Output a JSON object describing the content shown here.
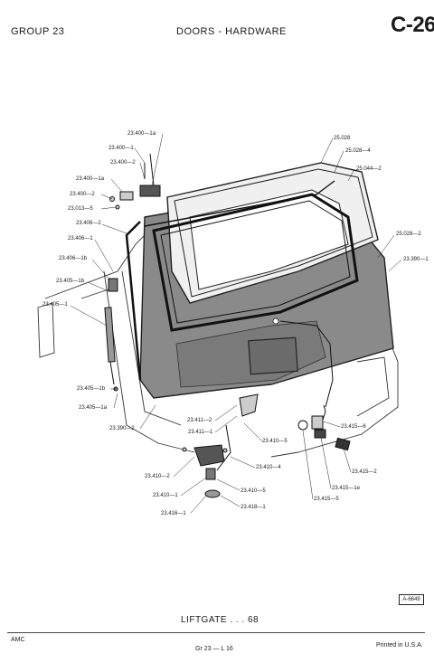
{
  "header": {
    "group": "GROUP 23",
    "section": "DOORS - HARDWARE",
    "page_number": "C-26"
  },
  "callouts": [
    "23.400—1a",
    "23.400—1",
    "23.400—2",
    "23.400—1a",
    "23.400—2",
    "23.013—5",
    "23.406—2",
    "23.406—1",
    "23.406—1b",
    "23.405—1b",
    "23.405—1",
    "23.405—1b",
    "23.405—1a",
    "23.390—2",
    "25.028",
    "25.028—4",
    "25.044—2",
    "25.028—2",
    "23.390—1",
    "23.411—2",
    "23.411—1",
    "23.410—5",
    "23.410—4",
    "23.410—2",
    "23.410—1",
    "23.410—5",
    "23.416—1",
    "23.418—1",
    "23.415—6",
    "23.415—2",
    "23.415—1e",
    "23.415—5"
  ],
  "figure_ref": "A-6649",
  "caption": "LIFTGATE . . . 68",
  "footer": {
    "left": "AMC",
    "center": "Gr 23 — L 16",
    "right": "Printed in U.S.A."
  },
  "colors": {
    "ink": "#1a1a1a",
    "liftgate_fill": "#8a8a8a",
    "glass_fill": "#f0f0f0"
  }
}
